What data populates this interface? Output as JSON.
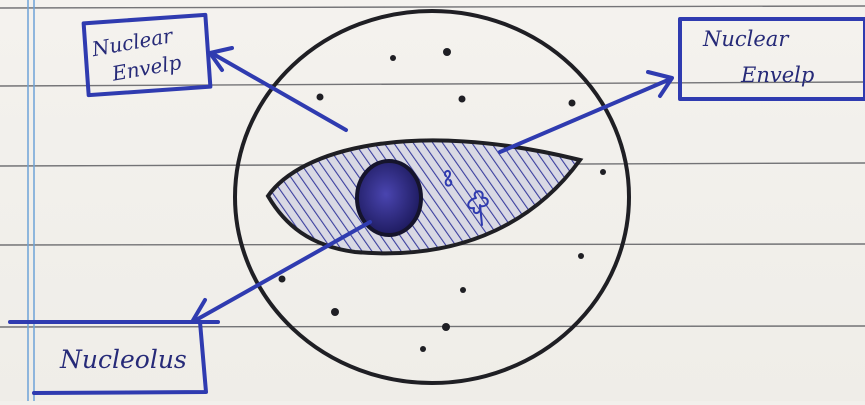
{
  "diagram": {
    "labels": {
      "top_left": [
        "Nuclear",
        "Envelp"
      ],
      "top_right": [
        "Nuclear",
        "Envelp"
      ],
      "bottom_left": "Nucleolus"
    }
  },
  "colors": {
    "paper": "#f2f0ec",
    "ink_blue": "#2f3bb0",
    "ink_black": "#1f1f24",
    "nucleolus_fill": "#2a257a",
    "margin_line": "#6ea3d8"
  }
}
